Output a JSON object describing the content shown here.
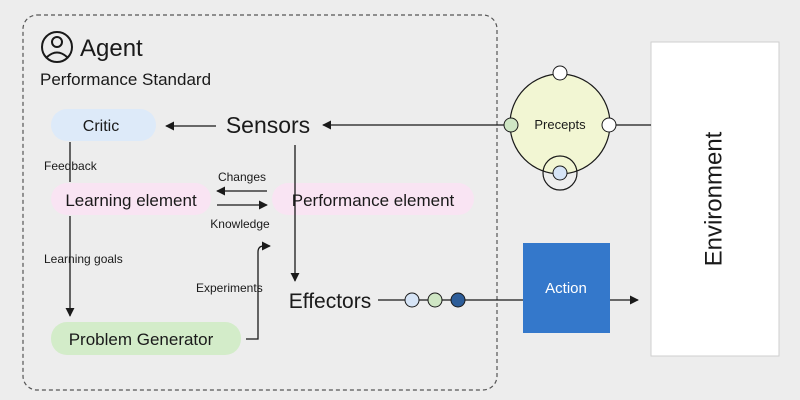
{
  "agent": {
    "title": "Agent",
    "subtitle": "Performance Standard",
    "icon": "user-icon"
  },
  "nodes": {
    "critic": "Critic",
    "sensors": "Sensors",
    "learning": "Learning element",
    "performance": "Performance element",
    "generator": "Problem Generator",
    "effectors": "Effectors",
    "action": "Action",
    "environment": "Environment",
    "precepts": "Precepts"
  },
  "edges": {
    "feedback": "Feedback",
    "changes": "Changes",
    "knowledge": "Knowledge",
    "learning_goals": "Learning goals",
    "experiments": "Experiments"
  },
  "colors": {
    "critic_fill": "#ddeaf9",
    "learning_fill": "#f9e4f3",
    "performance_fill": "#f9e4f3",
    "generator_fill": "#d3ecc9",
    "precepts_fill": "#f2f6d3",
    "action_fill": "#3478cb",
    "dot_blue": "#d6e4f6",
    "dot_green": "#cfe6c4",
    "dot_navy": "#2d5d99"
  }
}
